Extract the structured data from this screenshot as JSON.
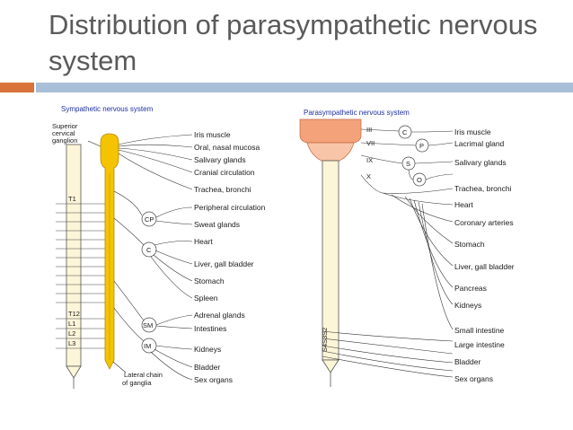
{
  "slide": {
    "title": "Distribution  of parasympathetic nervous system",
    "accent_colors": {
      "orange": "#d8733a",
      "blue": "#a9bfd8"
    }
  },
  "sympathetic": {
    "title": "Sympathetic nervous system",
    "ganglion_label": [
      "Superior",
      "cervical",
      "ganglion"
    ],
    "chain_label": [
      "Lateral chain",
      "of ganglia"
    ],
    "cord_levels": [
      "T1",
      "T12",
      "L1",
      "L2",
      "L3"
    ],
    "ganglia": [
      "CP",
      "C",
      "SM",
      "IM"
    ],
    "targets": [
      "Iris muscle",
      "Oral, nasal mucosa",
      "Salivary glands",
      "Cranial circulation",
      "Trachea, bronchi",
      "Peripheral circulation",
      "Sweat glands",
      "Heart",
      "Liver, gall bladder",
      "Stomach",
      "Spleen",
      "Adrenal glands",
      "Intestines",
      "Kidneys",
      "Bladder",
      "Sex organs"
    ],
    "chain_color": "#f5c400"
  },
  "parasympathetic": {
    "title": "Parasympathetic nervous system",
    "cranial_nerves": [
      "III",
      "VII",
      "IX",
      "X"
    ],
    "sacral_levels": [
      "S2",
      "S3",
      "S4"
    ],
    "ganglia": [
      "C",
      "P",
      "S",
      "O"
    ],
    "targets": [
      "Iris muscle",
      "Lacrimal gland",
      "Salivary glands",
      "Trachea, bronchi",
      "Heart",
      "Coronary arteries",
      "Stomach",
      "Liver, gall bladder",
      "Pancreas",
      "Kidneys",
      "Small intestine",
      "Large intestine",
      "Bladder",
      "Sex organs"
    ],
    "brainstem_color": "#f4a27a"
  }
}
